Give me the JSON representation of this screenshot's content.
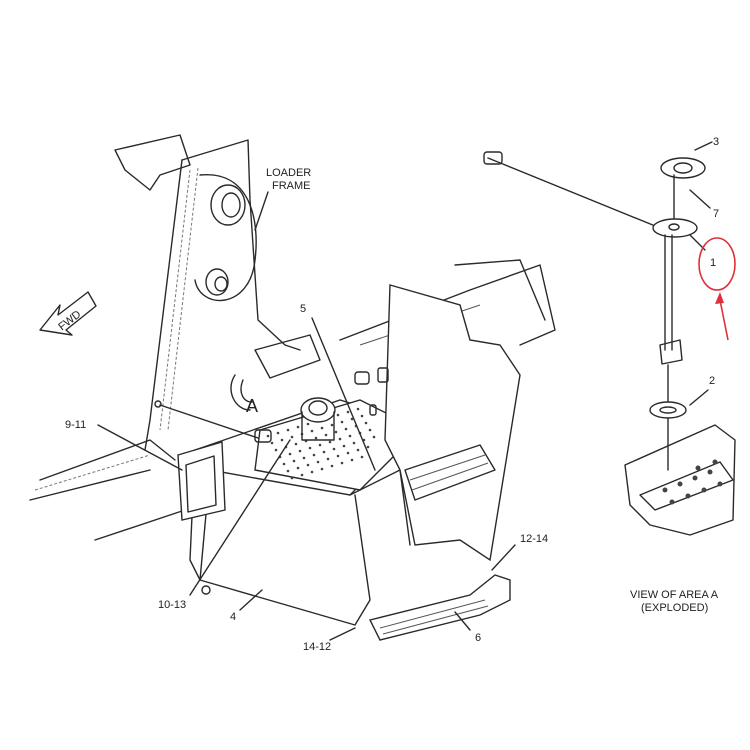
{
  "diagram": {
    "labels": {
      "loader_frame_line1": "LOADER",
      "loader_frame_line2": "FRAME",
      "fwd": "FWD",
      "area_a": "A",
      "part_5": "5",
      "part_9_11": "9-11",
      "part_10_13": "10-13",
      "part_4": "4",
      "part_14_12": "14-12",
      "part_6": "6",
      "part_12_14": "12-14",
      "part_3": "3",
      "part_7": "7",
      "part_1": "1",
      "part_2": "2",
      "view_line1": "VIEW OF AREA A",
      "view_line2": "(EXPLODED)"
    },
    "highlight_color": "#e0303a",
    "line_color": "#2a2a2a"
  }
}
